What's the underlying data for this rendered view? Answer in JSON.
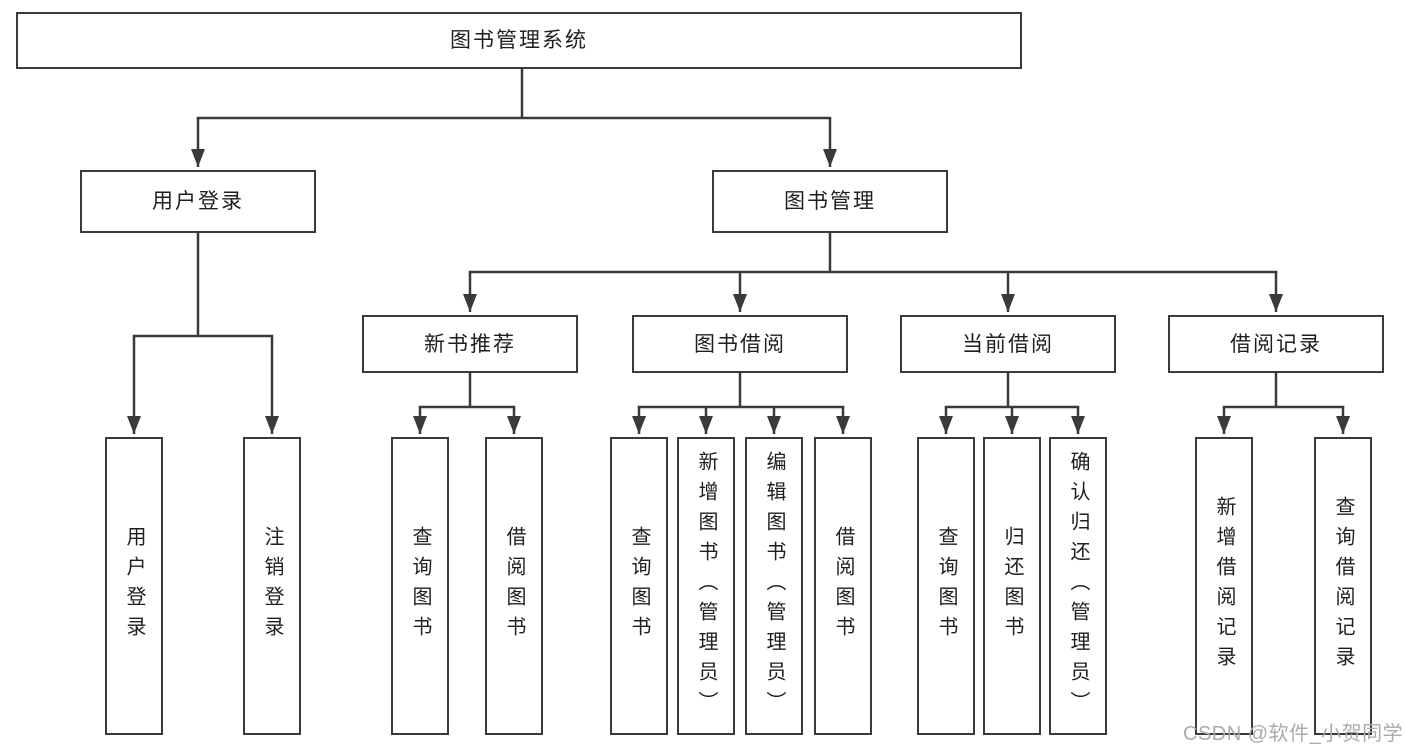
{
  "diagram": {
    "title": "图书管理系统",
    "tree": {
      "root": {
        "label": "图书管理系统",
        "children": [
          {
            "label": "用户登录",
            "children": [
              {
                "label": "用户登录"
              },
              {
                "label": "注销登录"
              }
            ]
          },
          {
            "label": "图书管理",
            "children": [
              {
                "label": "新书推荐",
                "children": [
                  {
                    "label": "查询图书"
                  },
                  {
                    "label": "借阅图书"
                  }
                ]
              },
              {
                "label": "图书借阅",
                "children": [
                  {
                    "label": "查询图书"
                  },
                  {
                    "label": "新增图书（管理员）"
                  },
                  {
                    "label": "编辑图书（管理员）"
                  },
                  {
                    "label": "借阅图书"
                  }
                ]
              },
              {
                "label": "当前借阅",
                "children": [
                  {
                    "label": "查询图书"
                  },
                  {
                    "label": "归还图书"
                  },
                  {
                    "label": "确认归还（管理员）"
                  }
                ]
              },
              {
                "label": "借阅记录",
                "children": [
                  {
                    "label": "新增借阅记录"
                  },
                  {
                    "label": "查询借阅记录"
                  }
                ]
              }
            ]
          }
        ]
      }
    }
  },
  "watermark": {
    "text": "CSDN @软件_小贺同学"
  },
  "colors": {
    "line": "#3a3a3a",
    "text": "#1f1f1f",
    "bg": "#ffffff",
    "watermark": "#ababab"
  }
}
